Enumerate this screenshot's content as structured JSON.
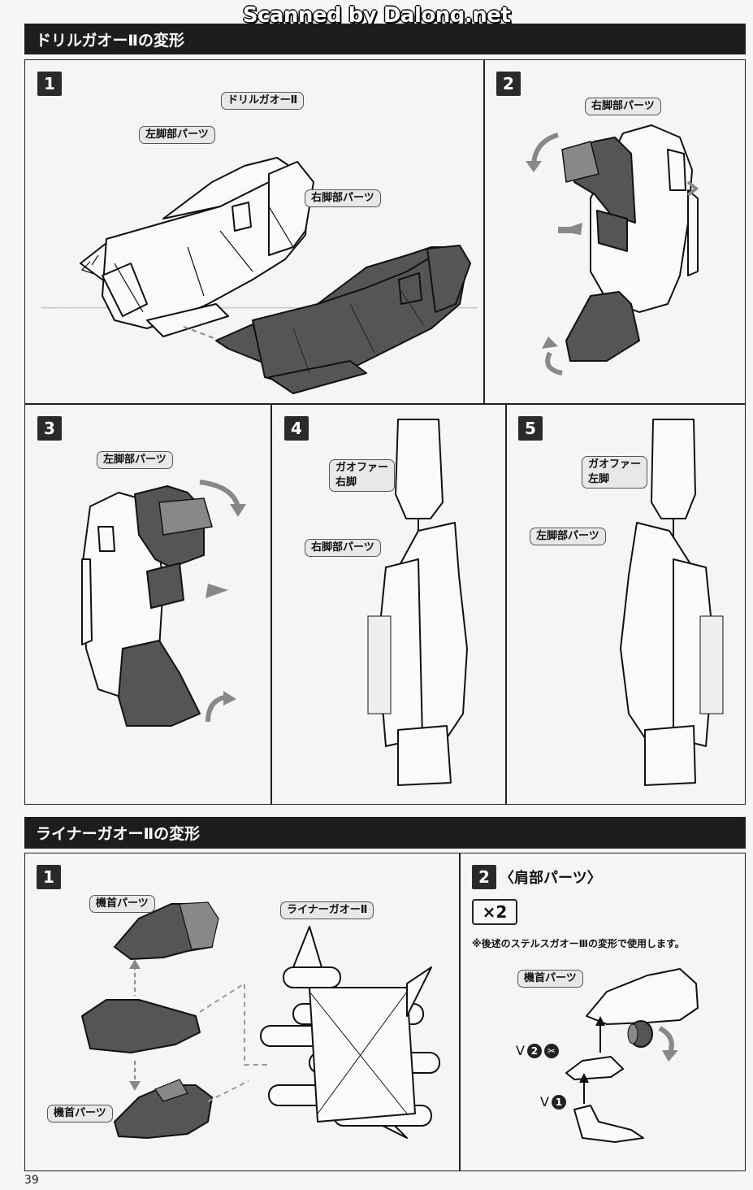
{
  "watermark": "Scanned by Dalong.net",
  "page_number": "39",
  "section1": {
    "title": "ドリルガオーⅡの変形",
    "steps": [
      {
        "num": "1",
        "labels": [
          "ドリルガオーⅡ",
          "左脚部パーツ",
          "右脚部パーツ"
        ]
      },
      {
        "num": "2",
        "labels": [
          "右脚部パーツ"
        ]
      },
      {
        "num": "3",
        "labels": [
          "左脚部パーツ"
        ]
      },
      {
        "num": "4",
        "labels": [
          "ガオファー\n右脚",
          "右脚部パーツ"
        ]
      },
      {
        "num": "5",
        "labels": [
          "ガオファー\n左脚",
          "左脚部パーツ"
        ]
      }
    ]
  },
  "section2": {
    "title": "ライナーガオーⅡの変形",
    "step1": {
      "num": "1",
      "labels": [
        "機首パーツ",
        "ライナーガオーⅡ",
        "機首パーツ"
      ]
    },
    "step2": {
      "num": "2",
      "heading": "〈肩部パーツ〉",
      "quantity": "×2",
      "note": "※後述のステルスガオーⅢの変形で使用します。",
      "part_label": "機首パーツ",
      "v2_label": "V",
      "v2_num": "2",
      "v1_label": "V",
      "v1_num": "1"
    }
  }
}
